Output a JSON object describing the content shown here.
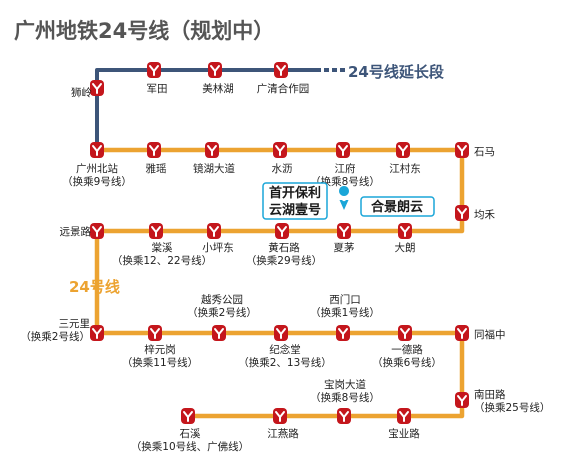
{
  "title": "广州地铁24号线（规划中）",
  "extension_label": "24号线延长段",
  "line_label": "24号线",
  "colors": {
    "extension_line": "#3d5579",
    "main_line": "#eca331",
    "station": "#c4161c",
    "callout_border": "#1aa6d8",
    "pin": "#1aa6d8",
    "title": "#555555"
  },
  "icons": {
    "station": "metro-logo-icon",
    "pin": "location-pin-icon"
  },
  "annotations": [
    {
      "id": "ann-shoukai",
      "lines": [
        "首开保利",
        "云湖壹号"
      ]
    },
    {
      "id": "ann-hejing",
      "lines": [
        "合景朗云"
      ]
    }
  ],
  "stations": [
    {
      "id": "shiling",
      "name": "狮岭",
      "transfer": ""
    },
    {
      "id": "juntian",
      "name": "军田",
      "transfer": ""
    },
    {
      "id": "meilinhu",
      "name": "美林湖",
      "transfer": ""
    },
    {
      "id": "guangqing",
      "name": "广清合作园",
      "transfer": ""
    },
    {
      "id": "guangzhoubei",
      "name": "广州北站",
      "transfer": "（换乘9号线）"
    },
    {
      "id": "yayao",
      "name": "雅瑶",
      "transfer": ""
    },
    {
      "id": "jinghu",
      "name": "镜湖大道",
      "transfer": ""
    },
    {
      "id": "shuili",
      "name": "水沥",
      "transfer": ""
    },
    {
      "id": "jiangfu",
      "name": "江府",
      "transfer": "（换乘8号线）"
    },
    {
      "id": "jiangcundong",
      "name": "江村东",
      "transfer": ""
    },
    {
      "id": "shima",
      "name": "石马",
      "transfer": ""
    },
    {
      "id": "junhe",
      "name": "均禾",
      "transfer": ""
    },
    {
      "id": "dalang",
      "name": "大朗",
      "transfer": ""
    },
    {
      "id": "xiamao",
      "name": "夏茅",
      "transfer": ""
    },
    {
      "id": "huangshi",
      "name": "黄石路",
      "transfer": "（换乘29号线）"
    },
    {
      "id": "xiaopingdong",
      "name": "小坪东",
      "transfer": ""
    },
    {
      "id": "tangxi",
      "name": "棠溪",
      "transfer": "（换乘12、22号线）"
    },
    {
      "id": "yuanjing",
      "name": "远景路",
      "transfer": ""
    },
    {
      "id": "sanyuanli",
      "name": "三元里",
      "transfer": "（换乘2号线）"
    },
    {
      "id": "ziyuangang",
      "name": "梓元岗",
      "transfer": "（换乘11号线）"
    },
    {
      "id": "yuexiu",
      "name": "越秀公园",
      "transfer": "（换乘2号线）"
    },
    {
      "id": "jiniantang",
      "name": "纪念堂",
      "transfer": "（换乘2、13号线）"
    },
    {
      "id": "ximenkou",
      "name": "西门口",
      "transfer": "（换乘1号线）"
    },
    {
      "id": "yide",
      "name": "一德路",
      "transfer": "（换乘6号线）"
    },
    {
      "id": "tongfuzhong",
      "name": "同福中",
      "transfer": ""
    },
    {
      "id": "nantian",
      "name": "南田路",
      "transfer": "（换乘25号线）"
    },
    {
      "id": "baoye",
      "name": "宝业路",
      "transfer": ""
    },
    {
      "id": "baogang",
      "name": "宝岗大道",
      "transfer": "（换乘8号线）"
    },
    {
      "id": "jiangyan",
      "name": "江燕路",
      "transfer": ""
    },
    {
      "id": "shixi",
      "name": "石溪",
      "transfer": "（换乘10号线、广佛线）"
    }
  ]
}
